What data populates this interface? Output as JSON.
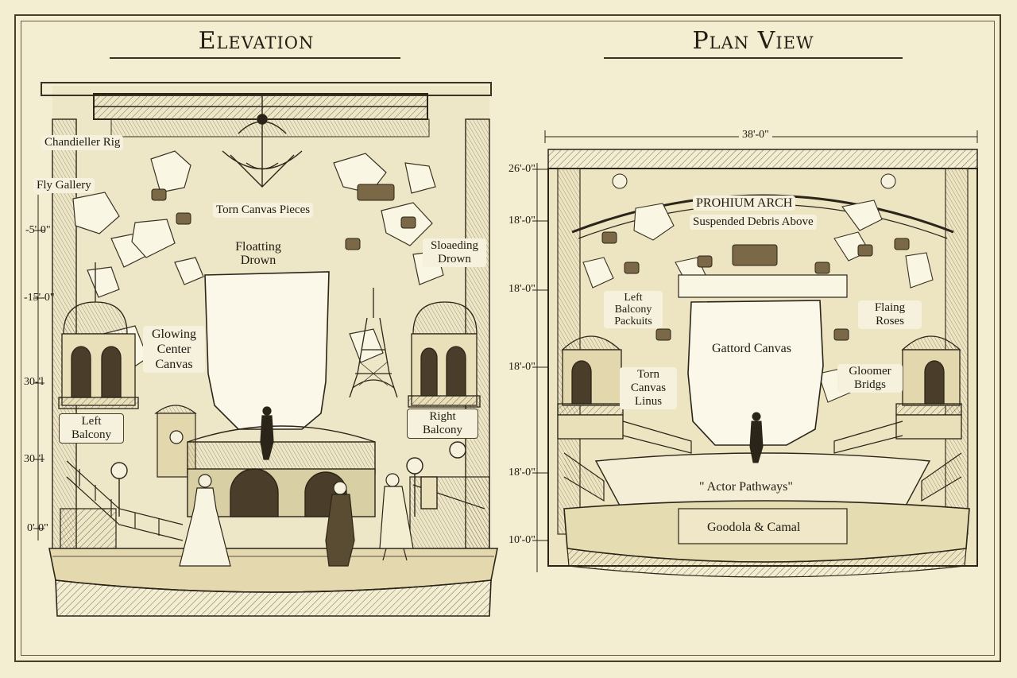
{
  "headings": {
    "elevation": "Elevation",
    "plan": "Plan View"
  },
  "elevation": {
    "labels": {
      "chandelier_rig": "Chandieller Rig",
      "fly_gallery": "Fly Gallery",
      "torn_canvas": "Torn Canvas Pieces",
      "floating_drown_1": "Floatting",
      "floating_drown_2": "Drown",
      "sloaeding_1": "Sloaeding",
      "sloaeding_2": "Drown",
      "glowing_1": "Glowing",
      "glowing_2": "Center",
      "glowing_3": "Canvas",
      "left_balcony_1": "Left",
      "left_balcony_2": "Balcony",
      "right_balcony_1": "Right",
      "right_balcony_2": "Balcony"
    },
    "dims": [
      "-5'-0\"",
      "-15'-0\"",
      "30-'l",
      "30-'l",
      "0'-0\""
    ]
  },
  "plan": {
    "labels": {
      "width": "38'-0\"",
      "arch": "PROHIUM ARCH",
      "suspended": "Suspended Debris Above",
      "left_balcony_1": "Left",
      "left_balcony_2": "Balcony",
      "left_balcony_3": "Packuits",
      "flaing_1": "Flaing",
      "flaing_2": "Roses",
      "gattord": "Gattord Canvas",
      "torn_1": "Torn",
      "torn_2": "Canvas",
      "torn_3": "Linus",
      "gloomer_1": "Gloomer",
      "gloomer_2": "Bridgs",
      "pathways": "\" Actor Pathways\"",
      "gondola": "Goodola & Camal"
    },
    "dims": [
      "26'-0\"",
      "18'-0\"",
      "18'-0\"",
      "18'-0\"",
      "18'-0\"",
      "10'-0\""
    ]
  },
  "colors": {
    "paper": "#f3edd2",
    "ink": "#2b2418",
    "wash": "#e9dfb8"
  }
}
